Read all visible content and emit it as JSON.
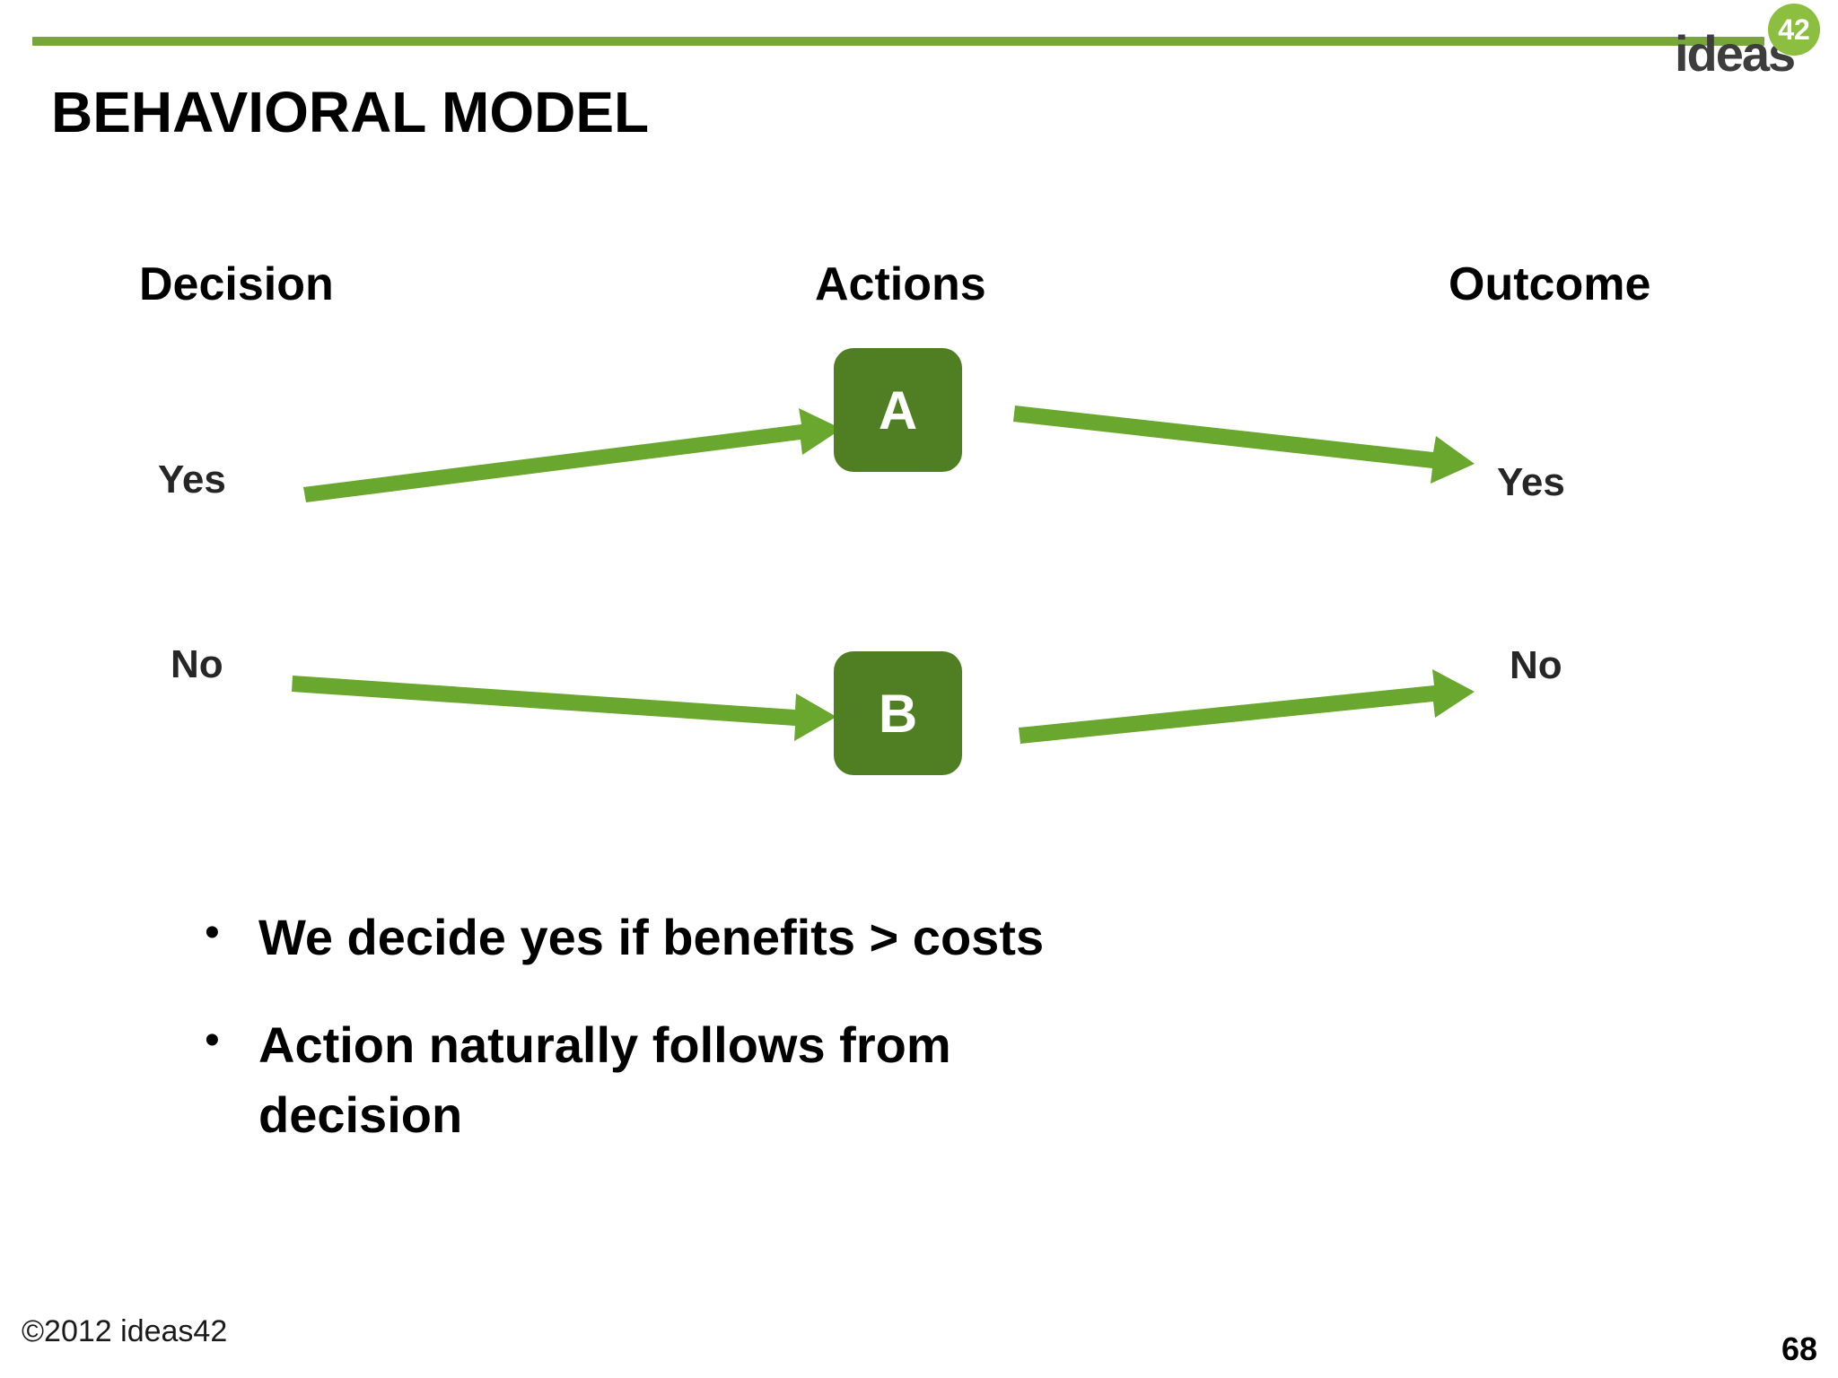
{
  "slide": {
    "title": "BEHAVIORAL MODEL",
    "accent_color": "#79a63c",
    "box_color": "#4f7f22",
    "arrow_color": "#6aa72e",
    "background": "#ffffff"
  },
  "logo": {
    "wordmark": "ideas",
    "badge": "42",
    "badge_color": "#8cbf3f",
    "wordmark_color": "#3d3d3d"
  },
  "columns": [
    {
      "id": "decision",
      "label": "Decision"
    },
    {
      "id": "actions",
      "label": "Actions"
    },
    {
      "id": "outcome",
      "label": "Outcome"
    }
  ],
  "diagram": {
    "decision_nodes": [
      {
        "id": "decision-yes",
        "label": "Yes"
      },
      {
        "id": "decision-no",
        "label": "No"
      }
    ],
    "action_nodes": [
      {
        "id": "action-a",
        "label": "A"
      },
      {
        "id": "action-b",
        "label": "B"
      }
    ],
    "outcome_nodes": [
      {
        "id": "outcome-yes",
        "label": "Yes"
      },
      {
        "id": "outcome-no",
        "label": "No"
      }
    ],
    "edges": [
      {
        "from": "decision-yes",
        "to": "action-a"
      },
      {
        "from": "action-a",
        "to": "outcome-yes"
      },
      {
        "from": "decision-no",
        "to": "action-b"
      },
      {
        "from": "action-b",
        "to": "outcome-no"
      }
    ]
  },
  "bullets": [
    {
      "marker": "•",
      "text": "We decide yes if benefits > costs"
    },
    {
      "marker": "•",
      "text": "Action naturally follows from decision"
    }
  ],
  "footer": {
    "copyright": "©2012 ideas42",
    "page_number": "68"
  }
}
